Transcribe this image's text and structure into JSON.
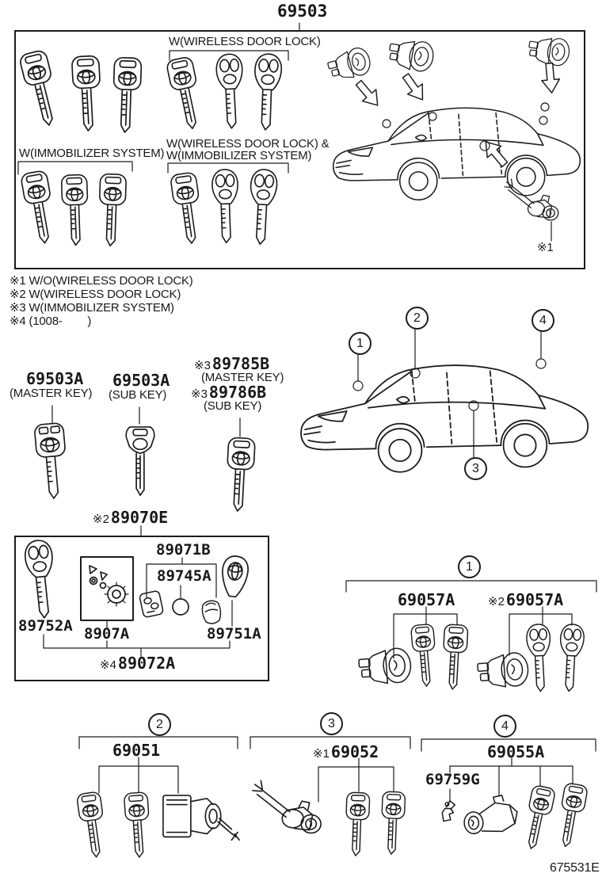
{
  "page": {
    "title": "69503",
    "diagram_code": "675531E"
  },
  "top_box": {
    "wireless_label": "W(WIRELESS DOOR LOCK)",
    "immobilizer_label": "W(IMMOBILIZER SYSTEM)",
    "combo_label_line1": "W(WIRELESS DOOR LOCK) &",
    "combo_label_line2": "W(IMMOBILIZER SYSTEM)",
    "ref1_mark": "※1"
  },
  "notes": {
    "n1": "※1 W/O(WIRELESS DOOR LOCK)",
    "n2": "※2 W(WIRELESS DOOR LOCK)",
    "n3": "※3 W(IMMOBILIZER SYSTEM)",
    "n4": "※4 (1008-        )"
  },
  "key_labels": {
    "master_part": "69503A",
    "master_kind": "(MASTER KEY)",
    "sub_part": "69503A",
    "sub_kind": "(SUB KEY)",
    "immo_master_ref": "※3",
    "immo_master_part": "89785B",
    "immo_master_kind": "(MASTER KEY)",
    "immo_sub_ref": "※3",
    "immo_sub_part": "89786B",
    "immo_sub_kind": "(SUB KEY)"
  },
  "transmitter_box": {
    "title_ref": "※2",
    "title_part": "89070E",
    "p_89752a": "89752A",
    "p_8907a": "8907A",
    "p_89071b": "89071B",
    "p_89745a": "89745A",
    "p_89751a": "89751A",
    "set_ref": "※4",
    "set_part": "89072A"
  },
  "car_callouts": {
    "c1": "1",
    "c2": "2",
    "c3": "3",
    "c4": "4"
  },
  "sections": {
    "s1": {
      "num": "1",
      "group1_part": "69057A",
      "group2_ref": "※2",
      "group2_part": "69057A"
    },
    "s2": {
      "num": "2",
      "part": "69051"
    },
    "s3": {
      "num": "3",
      "ref": "※1",
      "part": "69052"
    },
    "s4": {
      "num": "4",
      "part": "69055A",
      "retainer_part": "69759G"
    }
  }
}
